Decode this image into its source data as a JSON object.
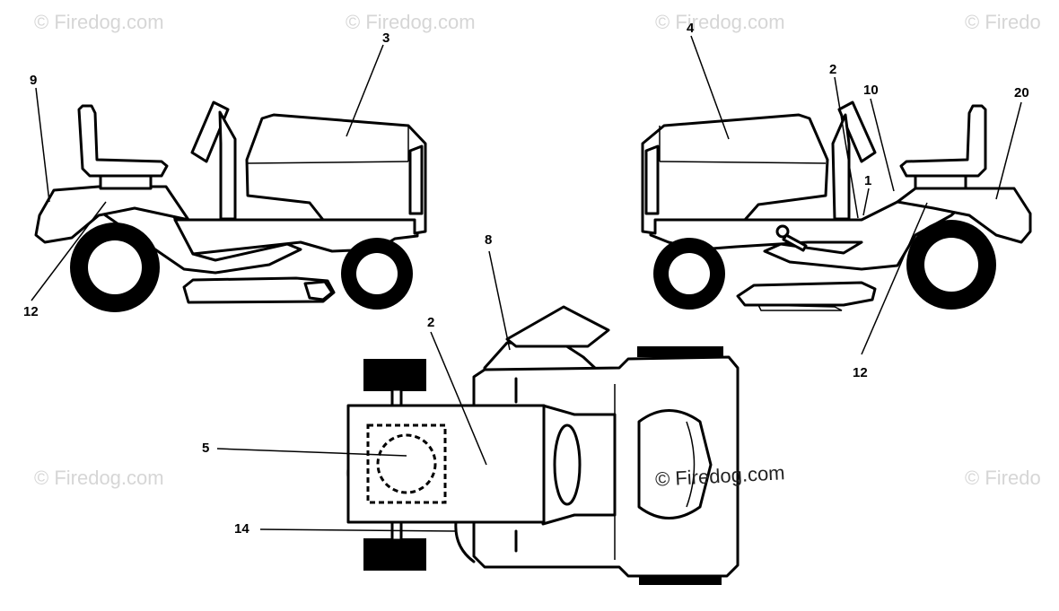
{
  "watermark": {
    "text": "© Firedog.com",
    "partial_text": "© Firedo",
    "color": "#d6d6d6",
    "center_text": "© Firedog.com"
  },
  "callouts": {
    "c9": "9",
    "c3": "3",
    "c12_left": "12",
    "c4": "4",
    "c2_right": "2",
    "c10": "10",
    "c20": "20",
    "c1": "1",
    "c12_right": "12",
    "c8": "8",
    "c2_top": "2",
    "c5": "5",
    "c14": "14"
  },
  "icons": {
    "left_view": "riding-mower-left-side-icon",
    "right_view": "riding-mower-right-side-icon",
    "top_view": "riding-mower-top-view-icon"
  }
}
